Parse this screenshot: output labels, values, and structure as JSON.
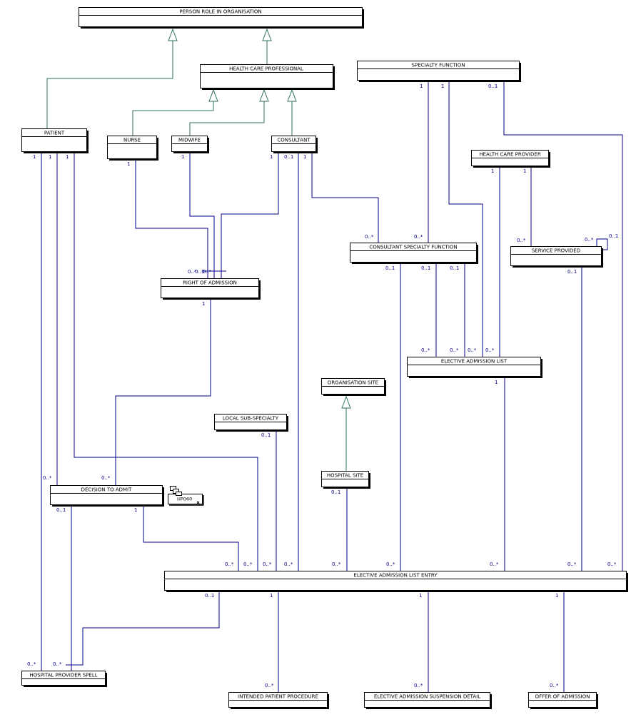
{
  "entities": {
    "person_role": "PERSON ROLE IN ORGANISATION",
    "health_care_professional": "HEALTH CARE PROFESSIONAL",
    "specialty_function": "SPECIALTY FUNCTION",
    "patient": "PATIENT",
    "nurse": "NURSE",
    "midwife": "MIDWIFE",
    "consultant": "CONSULTANT",
    "health_care_provider": "HEALTH CARE PROVIDER",
    "consultant_specialty_function": "CONSULTANT SPECIALTY FUNCTION",
    "service_provided": "SERVICE PROVIDED",
    "right_of_admission": "RIGHT OF ADMISSION",
    "elective_admission_list": "ELECTIVE ADMISSION LIST",
    "organisation_site": "ORGANISATION SITE",
    "local_sub_specialty": "LOCAL SUB-SPECIALTY",
    "hospital_site": "HOSPITAL SITE",
    "decision_to_admit": "DECISION TO ADMIT",
    "elective_admission_list_entry": "ELECTIVE ADMISSION LIST ENTRY",
    "hospital_provider_spell": "HOSPITAL PROVIDER SPELL",
    "intended_patient_procedure": "INTENDED PATIENT PROCEDURE",
    "elective_admission_suspension_detail": "ELECTIVE ADMISSION SUSPENSION DETAIL",
    "offer_of_admission": "OFFER OF ADMISSION"
  },
  "package": {
    "label": "HP060",
    "icon": "package-icon"
  },
  "multiplicities": [
    "1",
    "1",
    "0..1",
    "1",
    "1",
    "1",
    "1",
    "1",
    "1",
    "0..1",
    "1",
    "1",
    "1",
    "0..*",
    "0..*",
    "0..*",
    "0..1",
    "0..*",
    "0..1",
    "0..1",
    "0..1",
    "0..1",
    "0..*",
    "0..1",
    "0..*",
    "1",
    "0..*",
    "0..*",
    "0..*",
    "0..*",
    "1",
    "0..1",
    "0..1",
    "0..*",
    "0..*",
    "0..1",
    "1",
    "0..*",
    "0..*",
    "0..*",
    "0..*",
    "0..*",
    "0..*",
    "0..*",
    "0..*",
    "0..*",
    "0..1",
    "1",
    "1",
    "1",
    "0..*",
    "0..*",
    "0..*",
    "0..*",
    "0..*"
  ]
}
